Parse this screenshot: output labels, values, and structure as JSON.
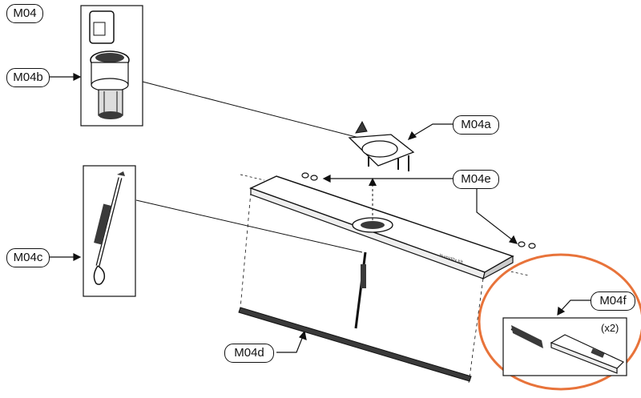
{
  "labels": {
    "m04": "M04",
    "m04a": "M04a",
    "m04b": "M04b",
    "m04c": "M04c",
    "m04d": "M04d",
    "m04e": "M04e",
    "m04f": "M04f"
  },
  "quantity_note": "(x2)",
  "part_text": "Humidity kit",
  "colors": {
    "line": "#111111",
    "highlight_circle": "#e8733a",
    "part_fill": "#f2f2f2",
    "part_dark": "#3a3a3a"
  }
}
